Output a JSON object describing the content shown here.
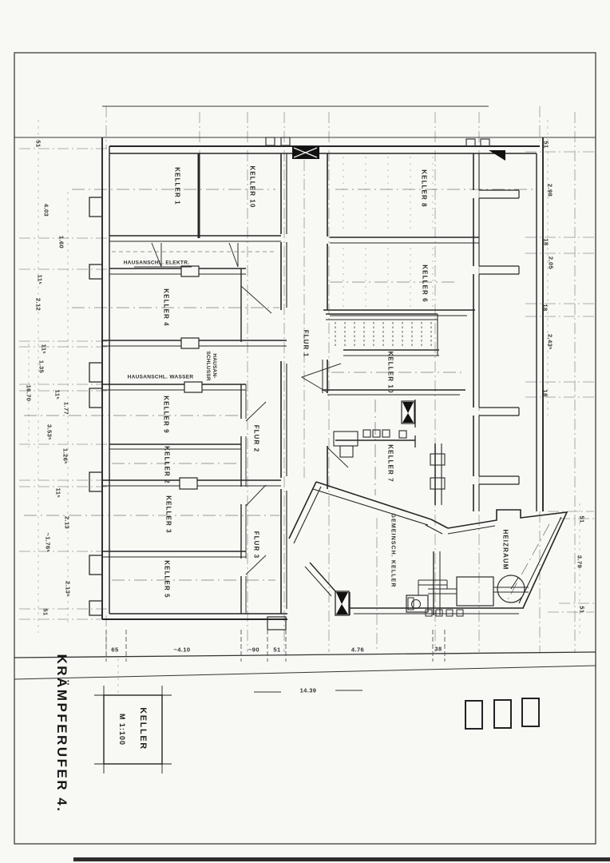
{
  "sheet": {
    "street_title": "KRÄMPFERUFER 4.",
    "title_block": {
      "name": "KELLER",
      "scale": "M 1:100"
    }
  },
  "rooms": [
    {
      "label": "KELLER 1"
    },
    {
      "label": "KELLER 10"
    },
    {
      "label": "KELLER 8"
    },
    {
      "label": "KELLER 4"
    },
    {
      "label": "KELLER 6"
    },
    {
      "label": "FLUR 1"
    },
    {
      "label": "KELLER 10"
    },
    {
      "label": "KELLER 9"
    },
    {
      "label": "FLUR 2"
    },
    {
      "label": "KELLER 2"
    },
    {
      "label": "KELLER 7"
    },
    {
      "label": "KELLER 3"
    },
    {
      "label": "FLUR 3"
    },
    {
      "label": "KELLER 5"
    },
    {
      "label": "GEMEINSCH. KELLER"
    },
    {
      "label": "HEIZRAUM"
    }
  ],
  "utility_labels": {
    "elektro": "HAUSANSCHL. ELEKTR.",
    "wasser": "HAUSANSCHL. WASSER",
    "anschlussraum_line1": "HAUSAN-",
    "anschlussraum_line2": "SCHLUSSR"
  },
  "dimensions": {
    "left": [
      "51",
      "4.03",
      "1.60",
      "11⁵",
      "2.12",
      "11⁵",
      "1.35",
      "11⁵",
      "1.77",
      "3.53⁵",
      "1.26⁵",
      "11⁵",
      "2.13",
      "~1.76⁵",
      "2.13⁵",
      "51"
    ],
    "left_overall": "16.70",
    "right": [
      "51",
      "2.98",
      "18",
      "2.05",
      "18",
      "2.43⁵",
      "18"
    ],
    "right_lower": [
      "51",
      "3.79",
      "51"
    ],
    "bottom": [
      "65",
      "~4.10",
      "~90",
      "51",
      "4.76",
      "38"
    ],
    "bottom_overall": "14.39"
  }
}
